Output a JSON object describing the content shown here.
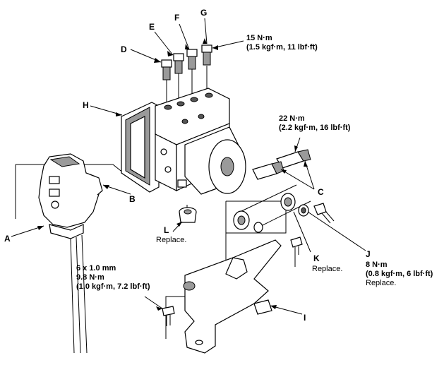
{
  "labels": {
    "A": "A",
    "B": "B",
    "C": "C",
    "D": "D",
    "E": "E",
    "F": "F",
    "G": "G",
    "H": "H",
    "I": "I",
    "J": "J",
    "K": "K",
    "L": "L"
  },
  "notes": {
    "g_torque_1": "15 N·m",
    "g_torque_2": "(1.5 kgf·m, 11 lbf·ft)",
    "c_torque_1": "22 N·m",
    "c_torque_2": "(2.2 kgf·m, 16 lbf·ft)",
    "j_torque_1": "8 N·m",
    "j_torque_2": "(0.8 kgf·m, 6 lbf·ft)",
    "j_replace": "Replace.",
    "k_replace": "Replace.",
    "l_replace": "Replace.",
    "bolt_size": "6 x 1.0 mm",
    "bolt_torque_1": "9.8 N·m",
    "bolt_torque_2": "(1.0 kgf·m, 7.2 lbf·ft)"
  }
}
